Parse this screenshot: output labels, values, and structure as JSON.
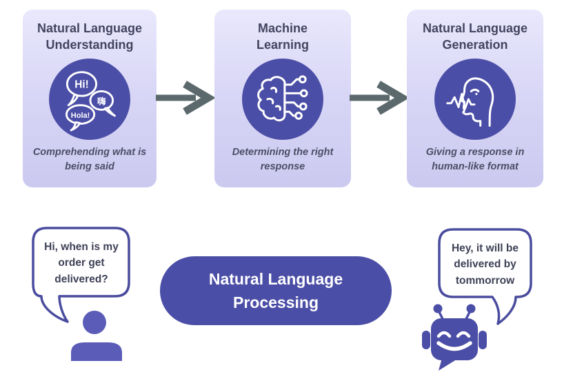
{
  "pipeline": {
    "cards": [
      {
        "title": "Natural Language Understanding",
        "caption": "Comprehending what is being said",
        "icon": "speech-bubbles-icon",
        "bubble_labels": [
          "Hi!",
          "嗨",
          "Hola!"
        ]
      },
      {
        "title": "Machine Learning",
        "caption": "Determining the right response",
        "icon": "brain-circuit-icon"
      },
      {
        "title": "Natural Language Generation",
        "caption": "Giving a response in human-like format",
        "icon": "talking-head-icon"
      }
    ],
    "arrow_icon": "arrow-right-icon"
  },
  "nlp_pill": {
    "label": "Natural Language Processing"
  },
  "conversation": {
    "user_bubble": "Hi, when is my order get delivered?",
    "bot_bubble": "Hey, it will be delivered by tommorrow"
  },
  "colors": {
    "accent_purple": "#4b4ea6",
    "person_purple": "#5a5cb8",
    "card_gradient_top": "#e9e8fc",
    "card_gradient_bottom": "#cbc9ef",
    "arrow_gray": "#5b696c",
    "bubble_border": "#4a4c9e",
    "title_text": "#434460",
    "caption_text": "#4b4e66",
    "pill_text": "#ffffff"
  }
}
